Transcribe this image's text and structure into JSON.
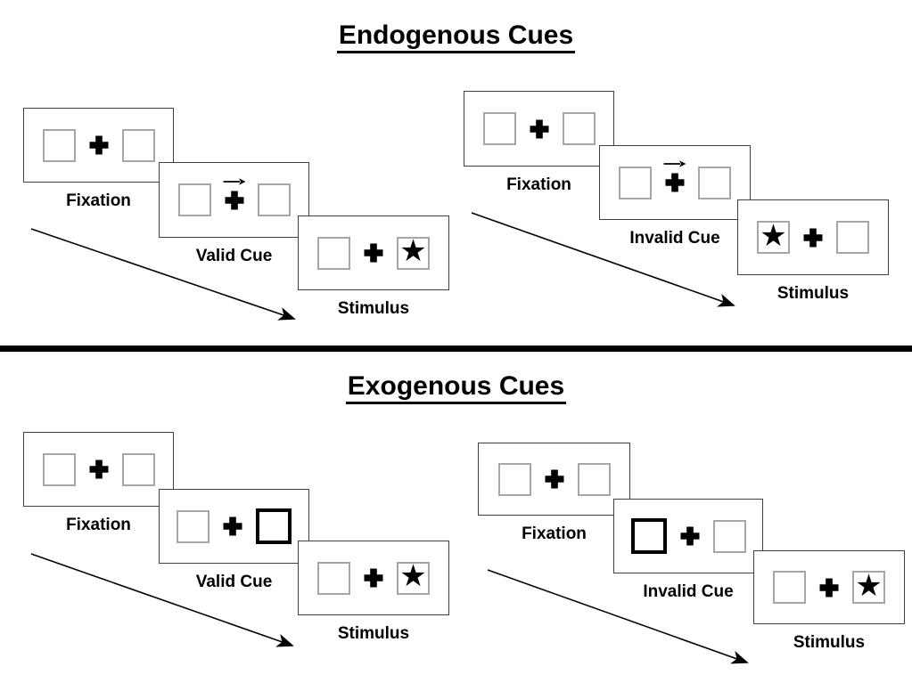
{
  "diagram": {
    "sections": [
      {
        "title": "Endogenous Cues",
        "groups": [
          {
            "type": "valid",
            "panels": [
              {
                "label": "Fixation"
              },
              {
                "label": "Valid Cue"
              },
              {
                "label": "Stimulus"
              }
            ]
          },
          {
            "type": "invalid",
            "panels": [
              {
                "label": "Fixation"
              },
              {
                "label": "Invalid Cue"
              },
              {
                "label": "Stimulus"
              }
            ]
          }
        ]
      },
      {
        "title": "Exogenous Cues",
        "groups": [
          {
            "type": "valid",
            "panels": [
              {
                "label": "Fixation"
              },
              {
                "label": "Valid Cue"
              },
              {
                "label": "Stimulus"
              }
            ]
          },
          {
            "type": "invalid",
            "panels": [
              {
                "label": "Fixation"
              },
              {
                "label": "Invalid Cue"
              },
              {
                "label": "Stimulus"
              }
            ]
          }
        ]
      }
    ],
    "icons": {
      "star": "★",
      "fixation_cross": "heavy-plus",
      "endogenous_cue": "right-arrow",
      "exogenous_cue": "thick-box-highlight",
      "timeline": "diagonal-arrow"
    },
    "colors": {
      "ink": "#000000",
      "panel_border": "#404040",
      "box_border": "#a6a6a6",
      "background": "#ffffff"
    }
  }
}
